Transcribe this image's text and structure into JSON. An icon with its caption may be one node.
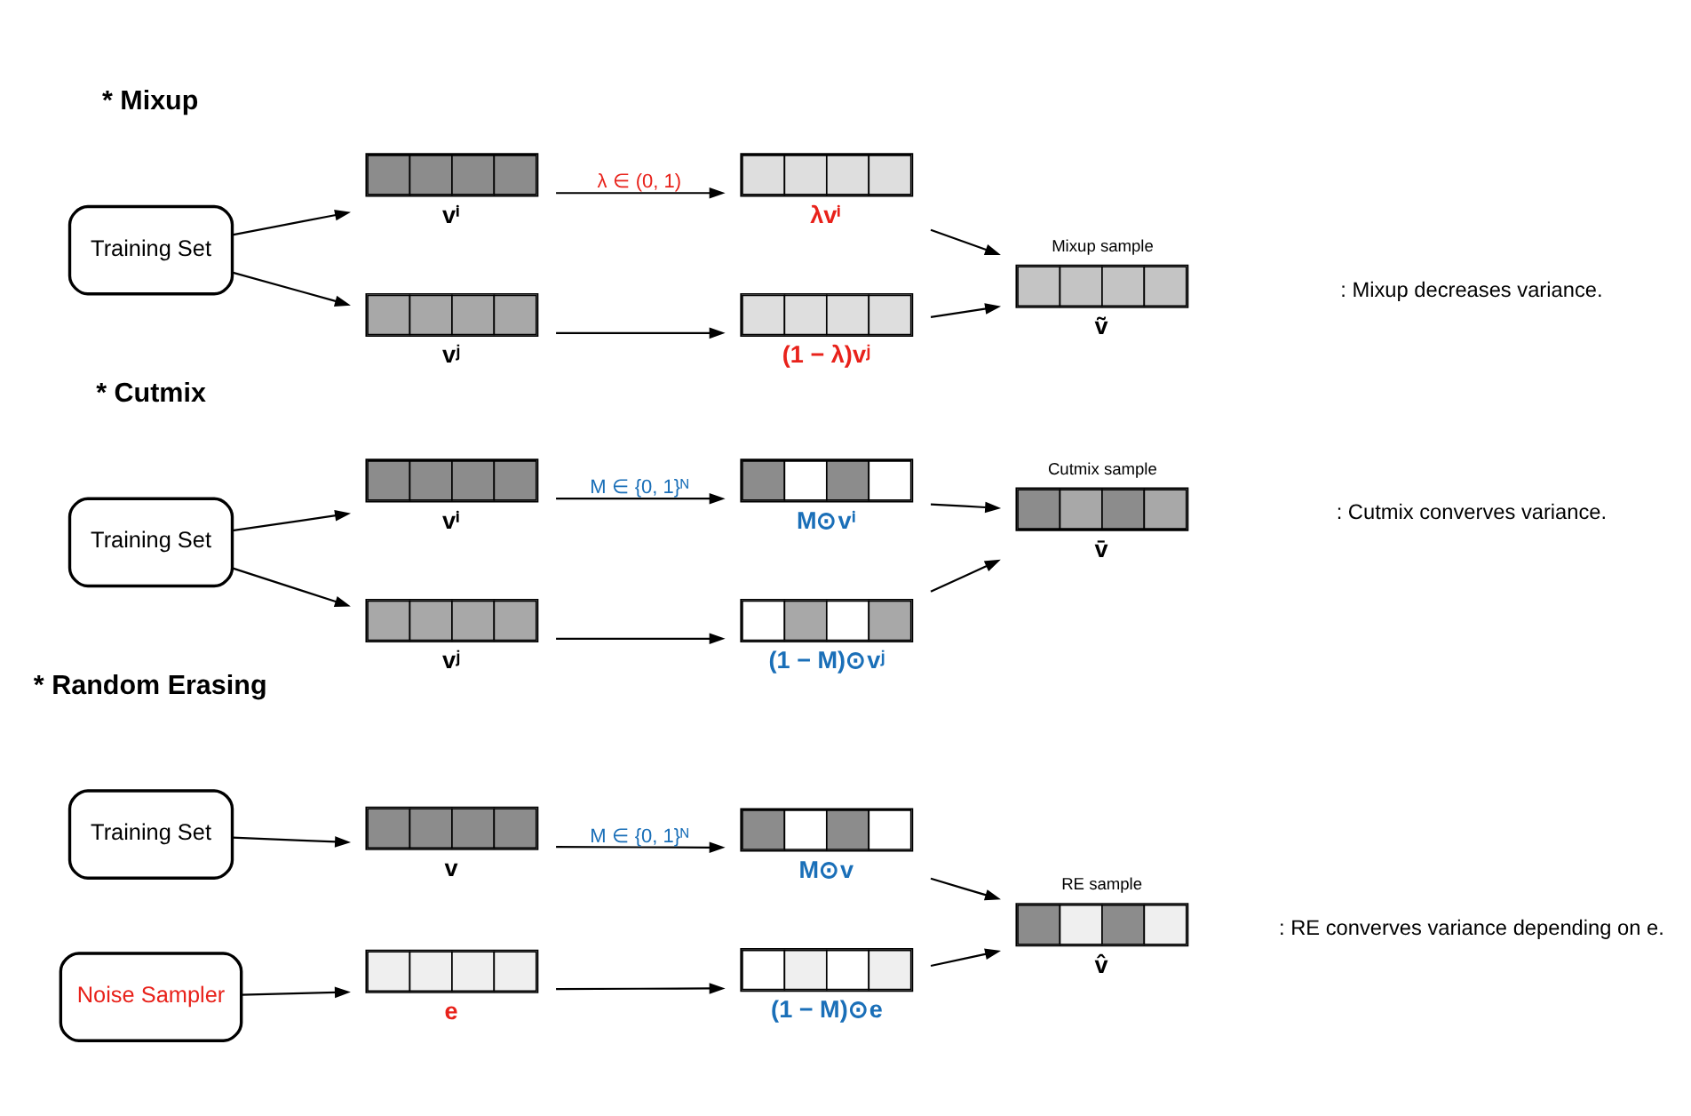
{
  "diagram": {
    "nodes": [
      {
        "text": [
          "Training Set"
        ]
      },
      {
        "text": [],
        "shape": "bar",
        "beside": [
          "vⁱ"
        ]
      },
      {
        "text": [],
        "shape": "bar",
        "beside": [
          "vʲ"
        ]
      },
      {
        "text": [],
        "shape": "bar",
        "beside": [
          "λvⁱ"
        ]
      },
      {
        "text": [],
        "shape": "bar",
        "beside": [
          "(1 − λ)vʲ"
        ]
      },
      {
        "text": [
          "Mixup sample"
        ],
        "beside": [
          "ṽ"
        ]
      },
      {
        "text": [
          "Training Set"
        ]
      },
      {
        "text": [],
        "shape": "bar",
        "beside": [
          "vⁱ"
        ]
      },
      {
        "text": [],
        "shape": "bar",
        "beside": [
          "vʲ"
        ]
      },
      {
        "text": [],
        "shape": "bar",
        "beside": [
          "M⊙vⁱ"
        ]
      },
      {
        "text": [],
        "shape": "bar",
        "beside": [
          "(1 − M)⊙vʲ"
        ]
      },
      {
        "text": [
          "Cutmix sample"
        ],
        "beside": [
          "v̄"
        ]
      },
      {
        "text": [
          "Training Set"
        ]
      },
      {
        "text": [
          "Noise Sampler"
        ]
      },
      {
        "text": [],
        "shape": "bar",
        "beside": [
          "v"
        ]
      },
      {
        "text": [],
        "shape": "bar",
        "beside": [
          "e"
        ]
      },
      {
        "text": [],
        "shape": "bar",
        "beside": [
          "M⊙v"
        ]
      },
      {
        "text": [],
        "shape": "bar",
        "beside": [
          "(1 − M)⊙e"
        ]
      },
      {
        "text": [
          "RE sample"
        ],
        "beside": [
          "v̂"
        ]
      }
    ],
    "edges": [
      {
        "from": 0,
        "to": 1,
        "arrow": "to"
      },
      {
        "from": 0,
        "to": 2,
        "arrow": "to"
      },
      {
        "from": 1,
        "to": 3,
        "arrow": "to",
        "label": "λ ∈ (0, 1)"
      },
      {
        "from": 2,
        "to": 4,
        "arrow": "to"
      },
      {
        "from": 3,
        "to": 5,
        "arrow": "to"
      },
      {
        "from": 4,
        "to": 5,
        "arrow": "to"
      },
      {
        "from": 6,
        "to": 7,
        "arrow": "to"
      },
      {
        "from": 6,
        "to": 8,
        "arrow": "to"
      },
      {
        "from": 7,
        "to": 9,
        "arrow": "to",
        "label": "M ∈ {0, 1}ᴺ"
      },
      {
        "from": 8,
        "to": 10,
        "arrow": "to"
      },
      {
        "from": 9,
        "to": 11,
        "arrow": "to"
      },
      {
        "from": 10,
        "to": 11,
        "arrow": "to"
      },
      {
        "from": 12,
        "to": 14,
        "arrow": "to"
      },
      {
        "from": 13,
        "to": 15,
        "arrow": "to"
      },
      {
        "from": 14,
        "to": 16,
        "arrow": "to",
        "label": "M ∈ {0, 1}ᴺ"
      },
      {
        "from": 15,
        "to": 17,
        "arrow": "to"
      },
      {
        "from": 16,
        "to": 18,
        "arrow": "to"
      },
      {
        "from": 17,
        "to": 18,
        "arrow": "to"
      }
    ],
    "labels": [
      "* Mixup",
      ": Mixup decreases variance.",
      "* Cutmix",
      ": Cutmix converves variance.",
      "* Random Erasing",
      ": RE converves variance depending on e."
    ]
  }
}
